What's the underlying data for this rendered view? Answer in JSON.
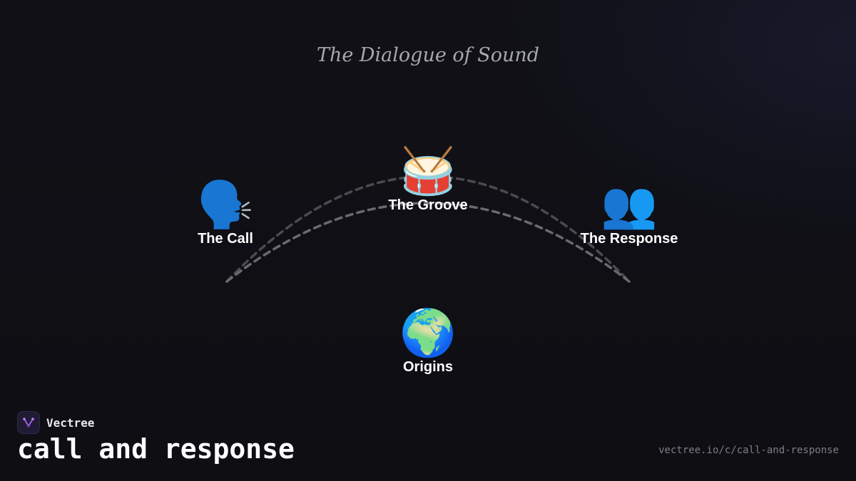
{
  "title": "The Dialogue of Sound",
  "nodes": {
    "call": {
      "emoji": "🗣️",
      "label": "The Call",
      "icon": "speaking-head-icon"
    },
    "groove": {
      "emoji": "🥁",
      "label": "The Groove",
      "icon": "drum-icon"
    },
    "response": {
      "emoji": "👥",
      "label": "The Response",
      "icon": "people-icon"
    },
    "origins": {
      "emoji": "🌍",
      "label": "Origins",
      "icon": "globe-icon"
    }
  },
  "brand": {
    "name": "Vectree",
    "icon": "vectree-logo-icon"
  },
  "page_title": "call and response",
  "url": "vectree.io/c/call-and-response",
  "colors": {
    "background": "#0e0e13",
    "arc": "#5a5a5e",
    "accent": "#7b4fd0"
  }
}
